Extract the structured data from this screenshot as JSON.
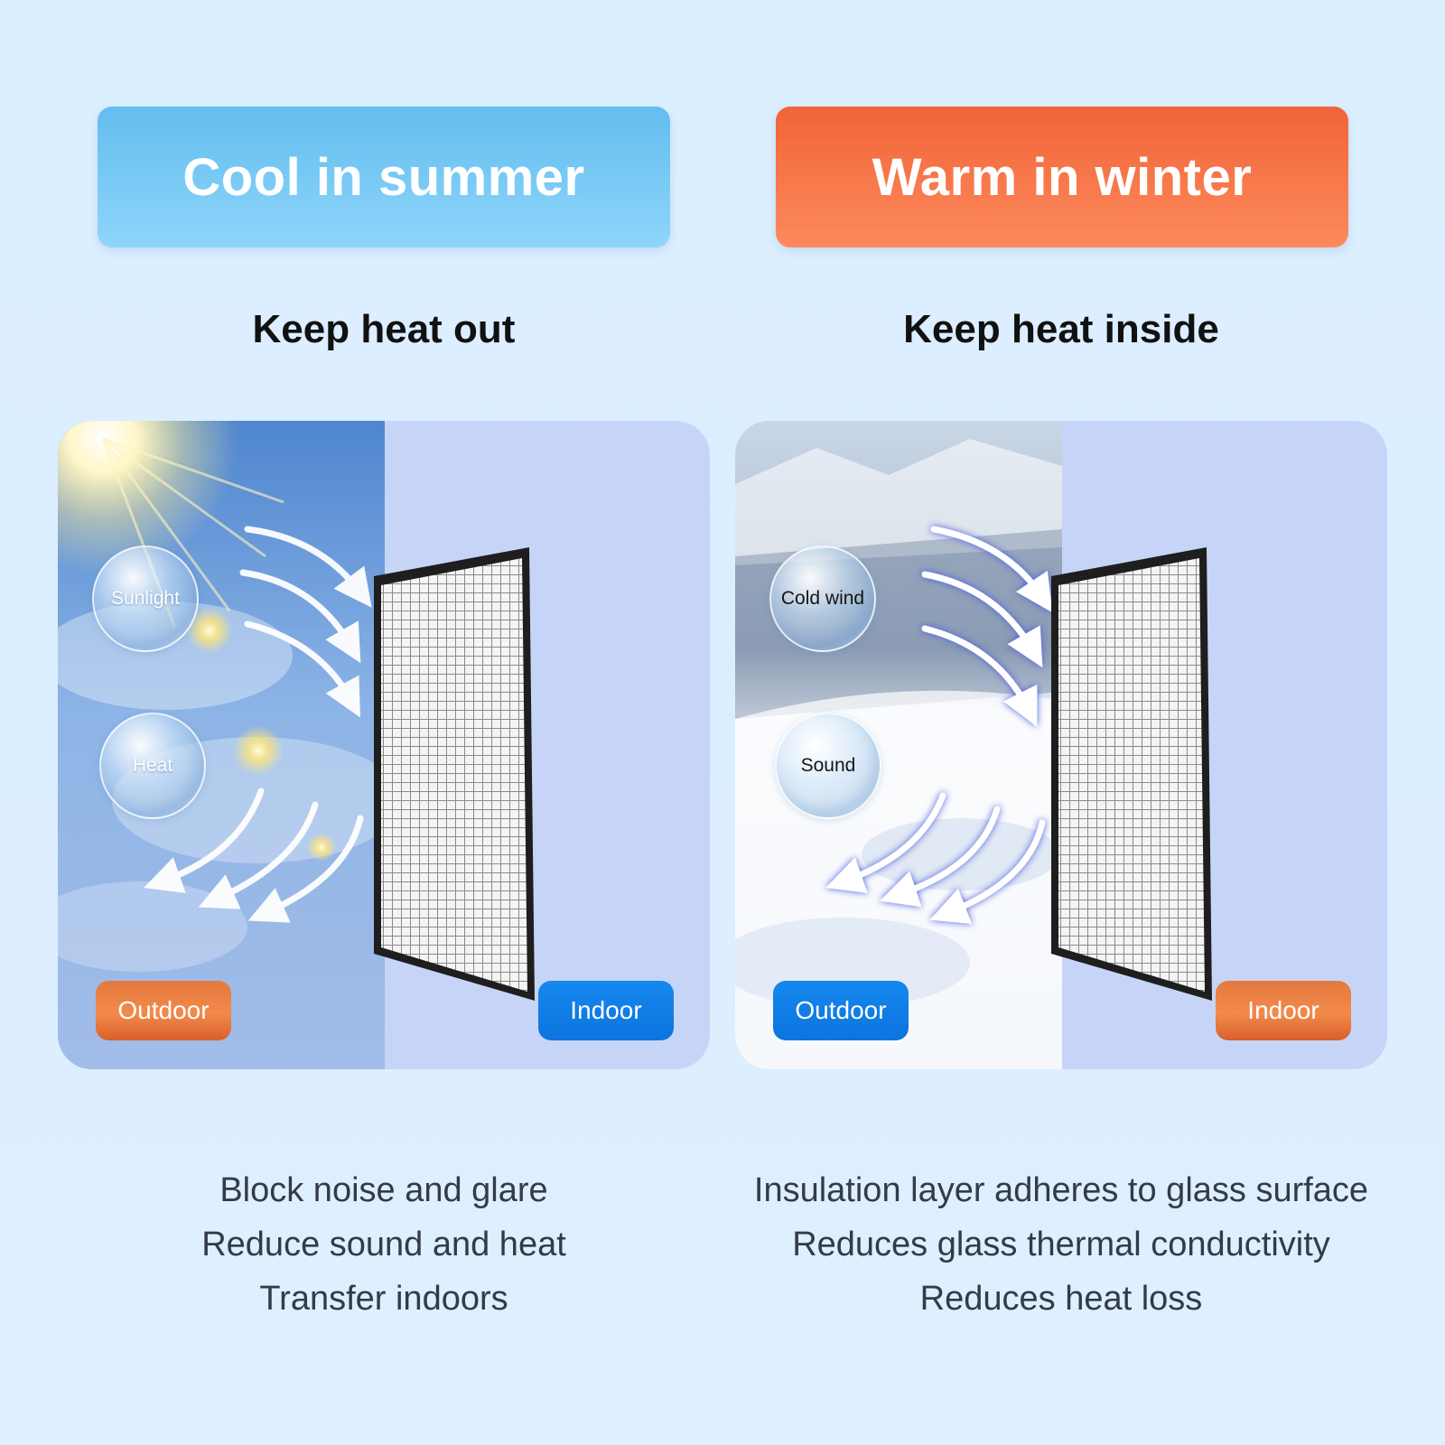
{
  "summer": {
    "banner": "Cool in summer",
    "subtitle": "Keep heat out",
    "bubbles": [
      "Sunlight",
      "Heat"
    ],
    "outdoor_label": "Outdoor",
    "indoor_label": "Indoor",
    "lines": [
      "Block noise and glare",
      "Reduce sound and heat",
      "Transfer indoors"
    ]
  },
  "winter": {
    "banner": "Warm in winter",
    "subtitle": "Keep heat inside",
    "bubbles": [
      "Cold wind",
      "Sound"
    ],
    "outdoor_label": "Outdoor",
    "indoor_label": "Indoor",
    "lines": [
      "Insulation layer adheres to glass surface",
      "Reduces glass thermal conductivity",
      "Reduces heat loss"
    ]
  },
  "colors": {
    "summer_banner": "#62bdee",
    "winter_banner": "#f06438",
    "orange_tag": "#e4793e",
    "blue_tag": "#0c74de",
    "indoor_panel": "#c6d5f7"
  }
}
